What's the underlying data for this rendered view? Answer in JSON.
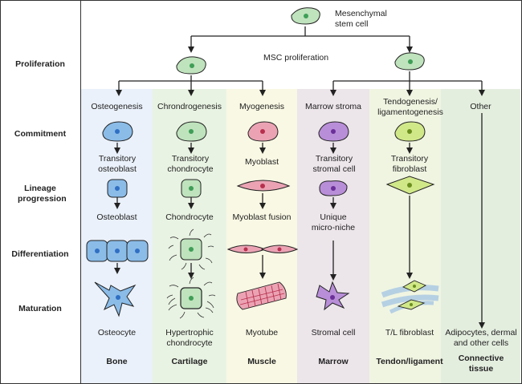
{
  "root": {
    "label_line1": "Mesenchymal",
    "label_line2": "stem cell"
  },
  "proliferation_label": "MSC  proliferation",
  "stages": [
    "Proliferation",
    "Commitment",
    "Lineage progression",
    "Differentiation",
    "Maturation"
  ],
  "columns": [
    {
      "id": "bone",
      "name": "Bone",
      "commit": "Osteogenesis",
      "transitory": "Transitory osteoblast",
      "progression": "Osteoblast",
      "mature": "Osteocyte",
      "bg": "#eaf1fa",
      "cell": "#8bbce8",
      "nucleus": "#2f6fc4"
    },
    {
      "id": "cartilage",
      "name": "Cartilage",
      "commit": "Chrondrogenesis",
      "transitory": "Transitory chondrocyte",
      "progression": "Chondrocyte",
      "mature": "Hypertrophic chondrocyte",
      "bg": "#e9f3e3",
      "cell": "#bfe3bd",
      "nucleus": "#3f9e57"
    },
    {
      "id": "muscle",
      "name": "Muscle",
      "commit": "Myogenesis",
      "transitory": "Myoblast",
      "progression": "Myoblast fusion",
      "mature": "Myotube",
      "bg": "#f9f8e4",
      "cell": "#eba3b4",
      "nucleus": "#b8304e"
    },
    {
      "id": "marrow",
      "name": "Marrow",
      "commit": "Marrow stroma",
      "transitory": "Transitory stromal cell",
      "progression": "Unique micro-niche",
      "mature": "Stromal cell",
      "bg": "#ece5ea",
      "cell": "#b98ed8",
      "nucleus": "#6a2f99"
    },
    {
      "id": "tendon",
      "name": "Tendon/ligament",
      "commit": "Tendogenesis/ ligamentogenesis",
      "transitory": "Transitory fibroblast",
      "progression": "",
      "mature": "T/L fibroblast",
      "bg": "#f0f5e2",
      "cell": "#d1e889",
      "nucleus": "#6b8f1e"
    },
    {
      "id": "connective",
      "name": "Connective tissue",
      "commit": "Other",
      "transitory": "",
      "progression": "",
      "mature": "Adipocytes, dermal and other cells",
      "bg": "#e4eedf",
      "cell": "",
      "nucleus": ""
    }
  ],
  "colors": {
    "msc_cell": "#bfe3bd",
    "msc_nucleus": "#3f9e57",
    "fiber": "#a7c7e3"
  }
}
